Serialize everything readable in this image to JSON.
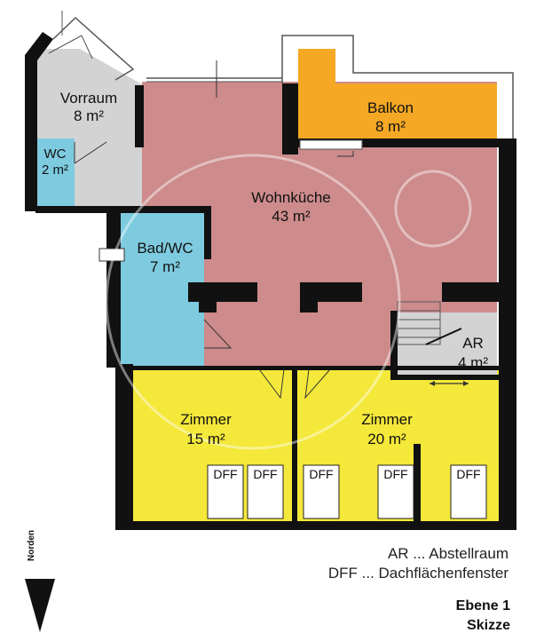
{
  "rooms": {
    "vorraum": {
      "name": "Vorraum",
      "area": "8 m²"
    },
    "wc": {
      "name": "WC",
      "area": "2 m²"
    },
    "balkon": {
      "name": "Balkon",
      "area": "8 m²"
    },
    "wohnkueche": {
      "name": "Wohnküche",
      "area": "43 m²"
    },
    "bad": {
      "name": "Bad/WC",
      "area": "7 m²"
    },
    "ar": {
      "name": "AR",
      "area": "4 m²"
    },
    "zimmer1": {
      "name": "Zimmer",
      "area": "15 m²"
    },
    "zimmer2": {
      "name": "Zimmer",
      "area": "20 m²"
    }
  },
  "windows": [
    "DFF",
    "DFF",
    "DFF",
    "DFF",
    "DFF"
  ],
  "legend": {
    "ar": "AR ... Abstellraum",
    "dff": "DFF ... Dachflächenfenster"
  },
  "title": {
    "level": "Ebene 1",
    "type": "Skizze"
  },
  "north": "Norden",
  "colors": {
    "wohnkueche": "#cd8b8b",
    "balkon": "#f4a824",
    "zimmer": "#f4e83a",
    "bad": "#7ecbe0",
    "vorraum": "#d3d3d3",
    "wall": "#111111"
  }
}
